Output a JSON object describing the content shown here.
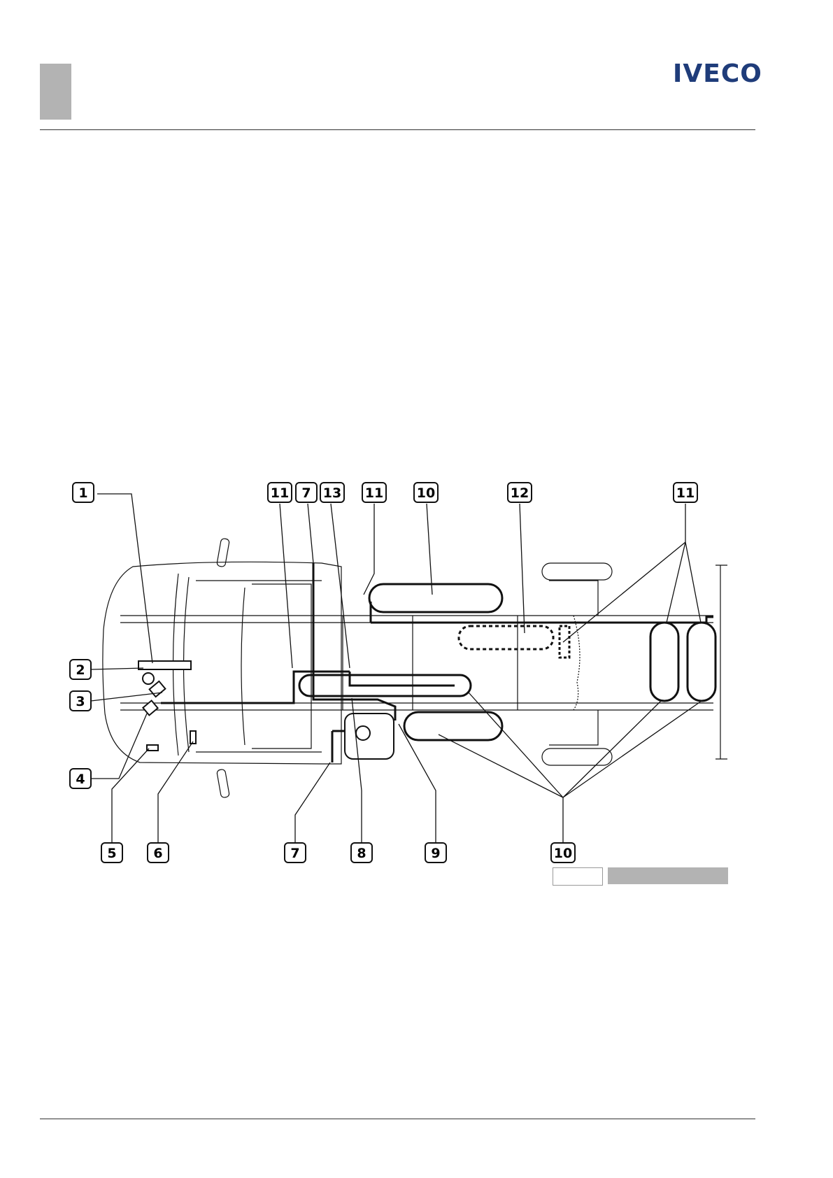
{
  "header": {
    "logo_text": "IVECO"
  },
  "figure": {
    "callouts_top": [
      "1",
      "11",
      "7",
      "13",
      "11",
      "10",
      "12",
      "11"
    ],
    "callouts_left": [
      "2",
      "3",
      "4"
    ],
    "callouts_bottom": [
      "5",
      "6",
      "7",
      "8",
      "9",
      "10"
    ]
  },
  "colors": {
    "ink": "#111111",
    "tab_gray": "#b3b3b3",
    "logo_blue": "#1f3c7a"
  }
}
